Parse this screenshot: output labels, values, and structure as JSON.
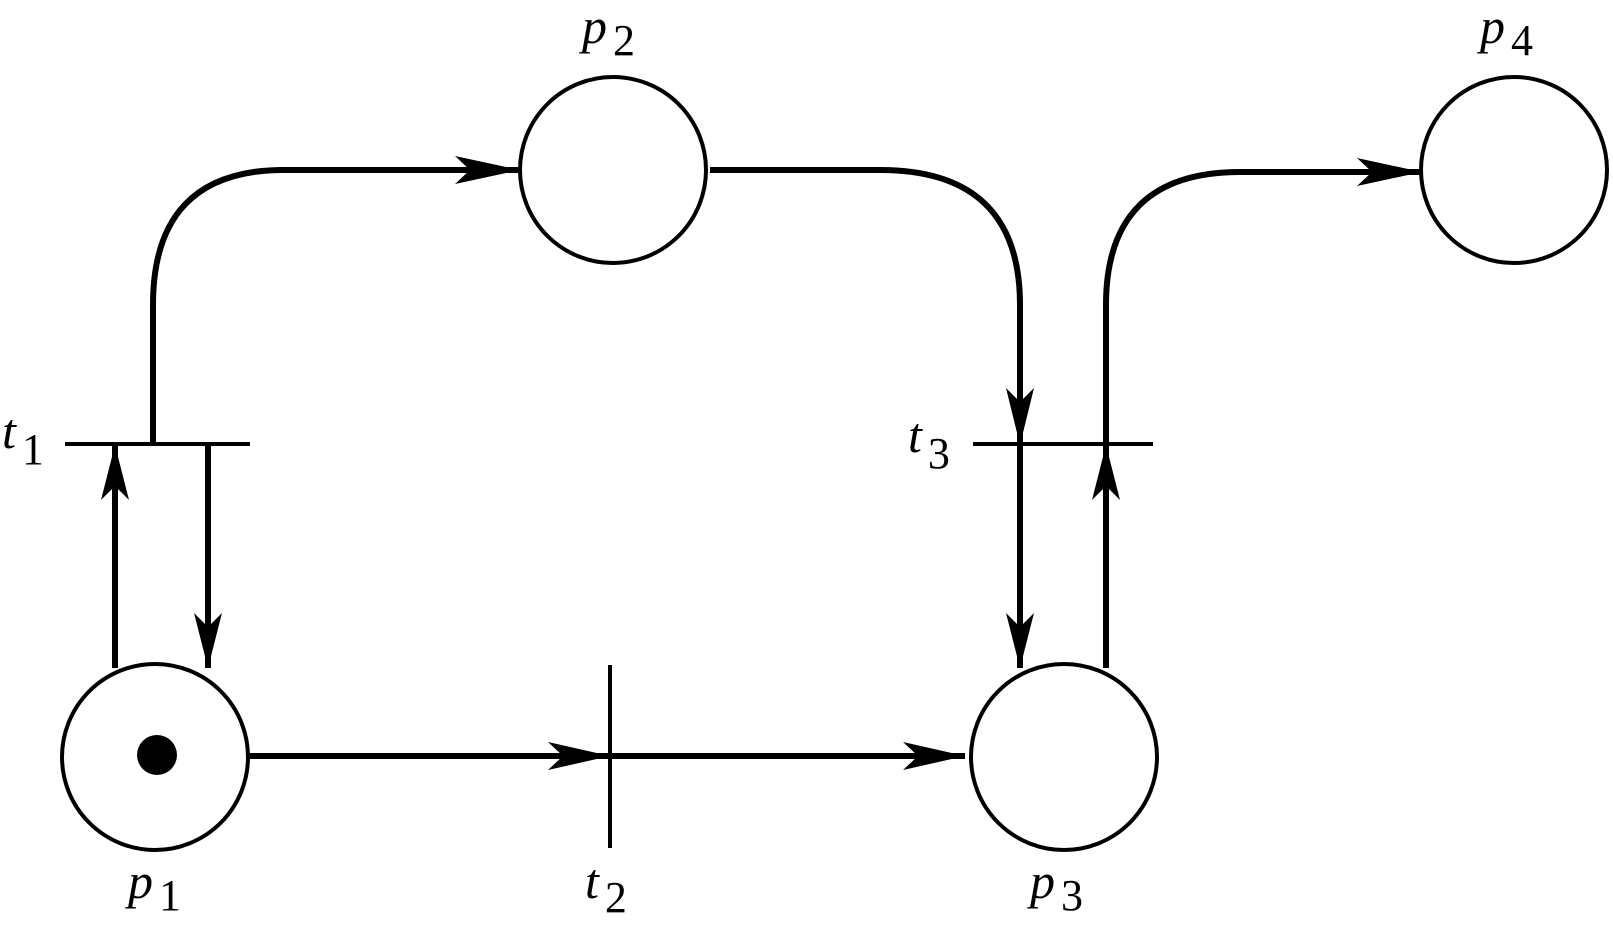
{
  "net": {
    "places": [
      {
        "id": "p1",
        "letter": "p",
        "sub": "1",
        "tokens": 1
      },
      {
        "id": "p2",
        "letter": "p",
        "sub": "2",
        "tokens": 0
      },
      {
        "id": "p3",
        "letter": "p",
        "sub": "3",
        "tokens": 0
      },
      {
        "id": "p4",
        "letter": "p",
        "sub": "4",
        "tokens": 0
      }
    ],
    "transitions": [
      {
        "id": "t1",
        "letter": "t",
        "sub": "1"
      },
      {
        "id": "t2",
        "letter": "t",
        "sub": "2"
      },
      {
        "id": "t3",
        "letter": "t",
        "sub": "3"
      }
    ],
    "arcs": [
      {
        "from": "p1",
        "to": "t1"
      },
      {
        "from": "t1",
        "to": "p1"
      },
      {
        "from": "t1",
        "to": "p2"
      },
      {
        "from": "p1",
        "to": "t2"
      },
      {
        "from": "t2",
        "to": "p3"
      },
      {
        "from": "p2",
        "to": "t3"
      },
      {
        "from": "t3",
        "to": "p3"
      },
      {
        "from": "p3",
        "to": "t3"
      },
      {
        "from": "t3",
        "to": "p4"
      }
    ]
  }
}
